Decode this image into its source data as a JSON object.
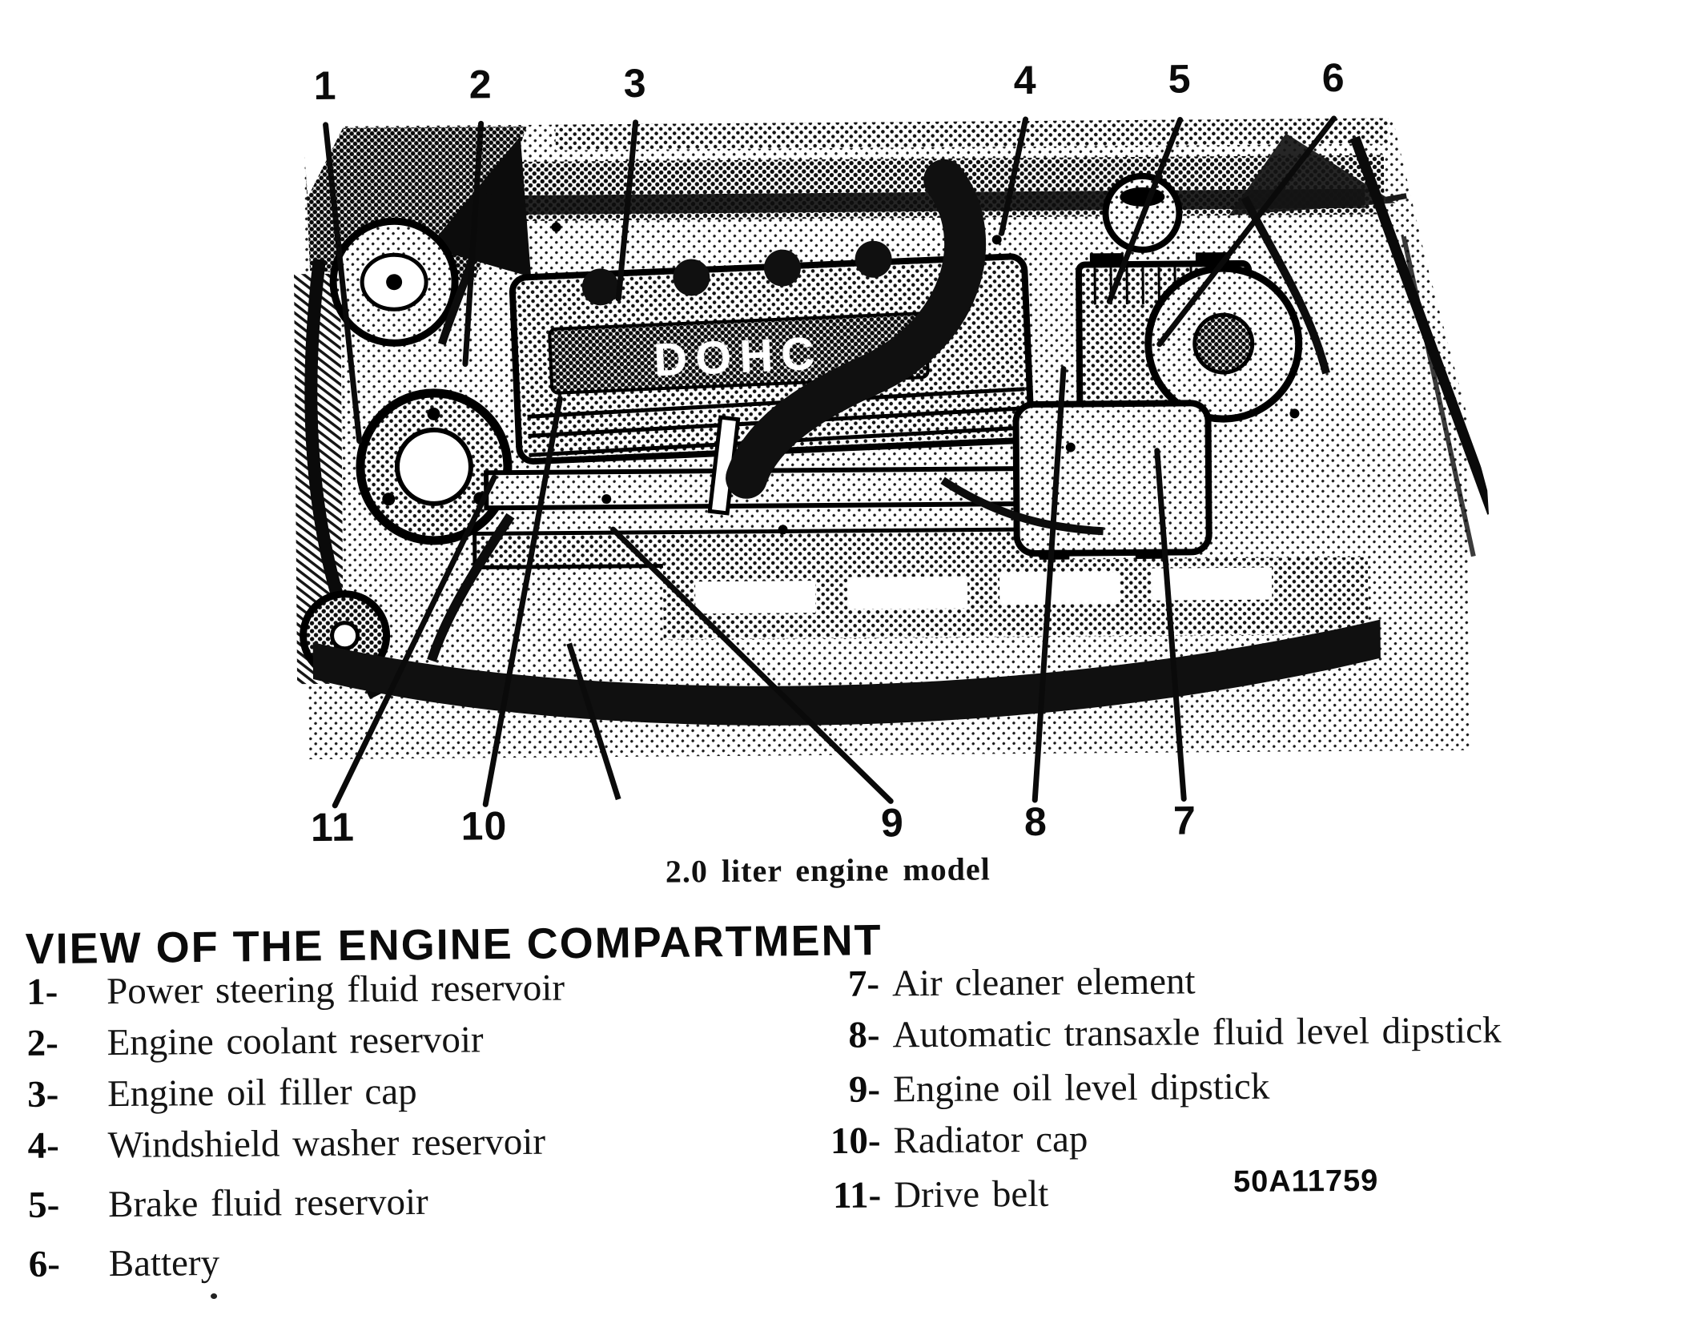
{
  "figure": {
    "caption": "2.0 liter engine model",
    "code": "50A11759",
    "engine_cover_text": "DOHC",
    "illustration_name": "engine-compartment-halftone-drawing",
    "callouts": {
      "top": [
        "1",
        "2",
        "3",
        "4",
        "5",
        "6"
      ],
      "bottom": [
        "11",
        "10",
        "9",
        "8",
        "7"
      ]
    }
  },
  "heading": {
    "title": "VIEW OF THE ENGINE COMPARTMENT"
  },
  "legend": {
    "left": [
      {
        "num": "1-",
        "label": "Power steering fluid reservoir"
      },
      {
        "num": "2-",
        "label": "Engine coolant reservoir"
      },
      {
        "num": "3-",
        "label": "Engine oil filler cap"
      },
      {
        "num": "4-",
        "label": "Windshield washer reservoir"
      },
      {
        "num": "5-",
        "label": "Brake fluid reservoir"
      },
      {
        "num": "6-",
        "label": "Battery"
      }
    ],
    "right": [
      {
        "num": "7-",
        "label": "Air cleaner element"
      },
      {
        "num": "8-",
        "label": "Automatic transaxle fluid level dipstick"
      },
      {
        "num": "9-",
        "label": "Engine oil level dipstick"
      },
      {
        "num": "10-",
        "label": "Radiator cap"
      },
      {
        "num": "11-",
        "label": "Drive belt"
      }
    ]
  }
}
